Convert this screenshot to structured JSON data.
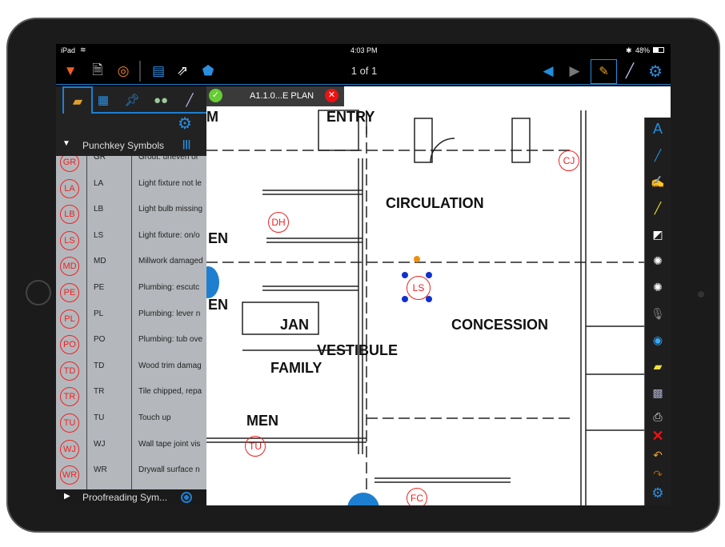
{
  "status": {
    "device": "iPad",
    "time": "4:03 PM",
    "battery": "48%"
  },
  "toolbar": {
    "page_indicator": "1 of 1",
    "icons": [
      "markup-list-icon",
      "new-document-icon",
      "studio-icon",
      "file-import-icon",
      "share-icon",
      "home-icon",
      "previous-icon",
      "next-icon",
      "markup-mode-icon",
      "measure-icon",
      "settings-icon"
    ]
  },
  "sidebar": {
    "tabs": [
      "tool-chest",
      "thumbnails",
      "bookmarks",
      "binoculars",
      "measure"
    ],
    "section_title": "Punchkey Symbols",
    "collapsed_section": "Proofreading Sym...",
    "items": [
      {
        "symbol": "GR",
        "code": "GR",
        "desc": "Grout: uneven or"
      },
      {
        "symbol": "LA",
        "code": "LA",
        "desc": "Light fixture not le"
      },
      {
        "symbol": "LB",
        "code": "LB",
        "desc": "Light bulb missing"
      },
      {
        "symbol": "LS",
        "code": "LS",
        "desc": "Light fixture: on/o"
      },
      {
        "symbol": "MD",
        "code": "MD",
        "desc": "Millwork damaged"
      },
      {
        "symbol": "PE",
        "code": "PE",
        "desc": "Plumbing: escutc"
      },
      {
        "symbol": "PL",
        "code": "PL",
        "desc": "Plumbing: lever n"
      },
      {
        "symbol": "PO",
        "code": "PO",
        "desc": "Plumbing: tub ove"
      },
      {
        "symbol": "TD",
        "code": "TD",
        "desc": "Wood trim damag"
      },
      {
        "symbol": "TR",
        "code": "TR",
        "desc": "Tile chipped, repa"
      },
      {
        "symbol": "TU",
        "code": "TU",
        "desc": "Touch up"
      },
      {
        "symbol": "WJ",
        "code": "WJ",
        "desc": "Wall tape joint vis"
      },
      {
        "symbol": "WR",
        "code": "WR",
        "desc": "Drywall surface n"
      }
    ]
  },
  "document": {
    "tab_title": "A1.1.0...E PLAN"
  },
  "plan": {
    "rooms": [
      "ENTRY",
      "CIRCULATION",
      "CONCESSION",
      "JAN",
      "VESTIBULE",
      "FAMILY",
      "MEN",
      "EN",
      "EN",
      "M"
    ],
    "markups": [
      "CJ",
      "DH",
      "LS",
      "TU",
      "FC"
    ]
  },
  "colors": {
    "accent": "#1e7fd0",
    "markup": "#e22222"
  }
}
